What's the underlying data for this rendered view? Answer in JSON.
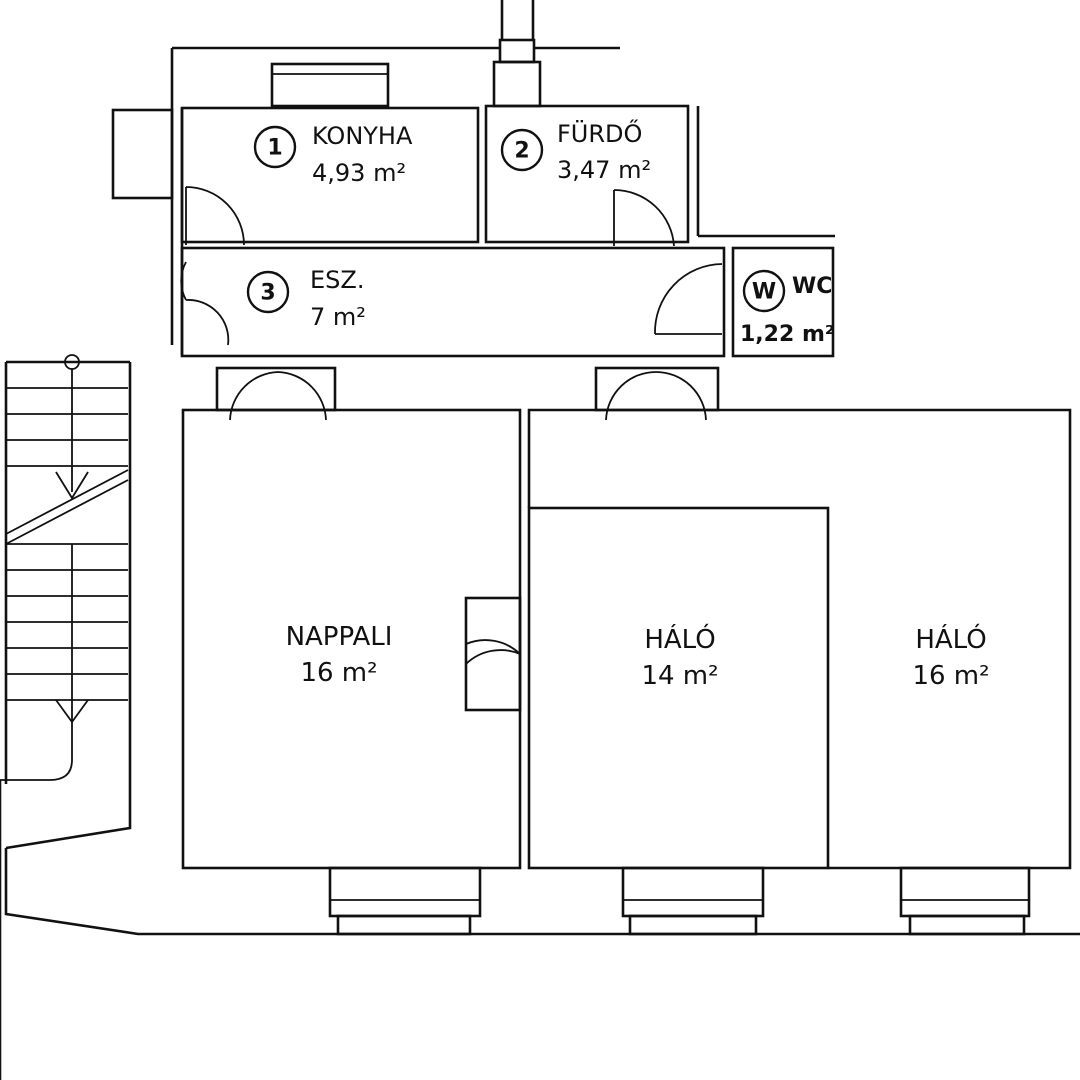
{
  "rooms": [
    {
      "id": "konyha",
      "number": "1",
      "name": "KONYHA",
      "area": "4,93 m²"
    },
    {
      "id": "furdo",
      "number": "2",
      "name": "FÜRDŐ",
      "area": "3,47 m²"
    },
    {
      "id": "esz",
      "number": "3",
      "name": "ESZ.",
      "area": "7 m²"
    },
    {
      "id": "wc",
      "number": "W",
      "name": "WC",
      "area": "1,22 m²"
    },
    {
      "id": "nappali",
      "name": "NAPPALI",
      "area": "16 m²"
    },
    {
      "id": "halo-1",
      "name": "HÁLÓ",
      "area": "14 m²"
    },
    {
      "id": "halo-2",
      "name": "HÁLÓ",
      "area": "16 m²"
    }
  ]
}
